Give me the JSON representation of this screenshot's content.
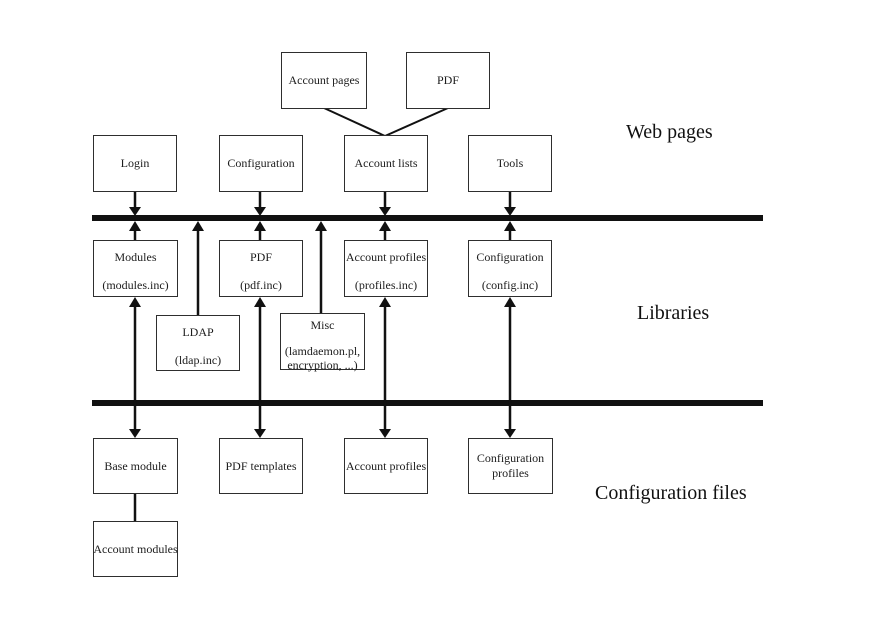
{
  "sections": {
    "web_pages": "Web pages",
    "libraries": "Libraries",
    "configuration_files": "Configuration files"
  },
  "boxes": {
    "account_pages": {
      "label": "Account pages"
    },
    "pdf_page": {
      "label": "PDF"
    },
    "login": {
      "label": "Login"
    },
    "configuration": {
      "label": "Configuration"
    },
    "account_lists": {
      "label": "Account lists"
    },
    "tools": {
      "label": "Tools"
    },
    "modules_lib": {
      "title": "Modules",
      "file": "(modules.inc)"
    },
    "pdf_lib": {
      "title": "PDF",
      "file": "(pdf.inc)"
    },
    "account_profiles_lib": {
      "title": "Account profiles",
      "file": "(profiles.inc)"
    },
    "configuration_lib": {
      "title": "Configuration",
      "file": "(config.inc)"
    },
    "ldap_lib": {
      "title": "LDAP",
      "file": "(ldap.inc)"
    },
    "misc_lib": {
      "title": "Misc",
      "file": "(lamdaemon.pl,\nencryption, ...)"
    },
    "base_module": {
      "label": "Base module"
    },
    "pdf_templates": {
      "label": "PDF templates"
    },
    "account_profiles_files": {
      "label": "Account profiles"
    },
    "configuration_profiles": {
      "label": "Configuration profiles"
    },
    "account_modules": {
      "label": "Account modules"
    }
  }
}
